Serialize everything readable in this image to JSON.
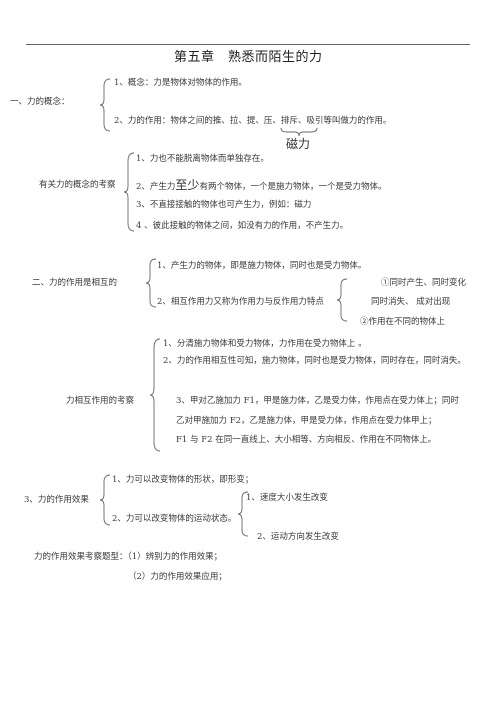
{
  "title": "第五章　熟悉而陌生的力",
  "s1": {
    "label": "一、力的概念：",
    "item1": "1、概念：力是物体对物体的作用。",
    "item2": "2、力的作用：物体之间的推、拉、提、压、排斥、吸引等叫做力的作用。",
    "under_label": "磁力"
  },
  "s2": {
    "label": "有关力的概念的考察",
    "item1": "1、力也不能脱离物体而单独存在。",
    "item2_pre": "2、产生力",
    "item2_big": "至少",
    "item2_post": "有两个物体，一个是施力物体，一个是受力物体。",
    "item3": "3、不直接接触的物体也可产生力，例如：磁力",
    "item4": "4 、彼此接触的物体之间，如没有力的作用，不产生力。"
  },
  "s3": {
    "label": "二、力的作用是相互的",
    "item1": "1、产生力的物体，即是施力物体，同时也是受力物体。",
    "item2": "2、相互作用力又称为作用力与反作用力特点",
    "sub1": "①同时产生、同时变化",
    "sub2": "同时消失、 成对出现",
    "sub3": "②作用在不同的物体上"
  },
  "s4": {
    "label": "力相互作用的考察",
    "item1": "1、分清施力物体和受力物体，力作用在受力物体上 。",
    "item2": "2、力的作用相互性可知，施力物体，同时也是受力物体，同时存在，同时消失。",
    "item3a": "3、甲对乙施加力 F1，甲是施力体，乙是受力体，作用点在受力体上；同时",
    "item3b": "乙对甲施加力 F2，乙是施力体，甲是受力体，作用点在受力体甲上；",
    "item3c": "F1 与 F2 在同一直线上、大小相等、方向相反、作用在不同物体上。"
  },
  "s5": {
    "label": "3、力的作用效果",
    "item1": "1、力可以改变物体的形状，即形变；",
    "item2": "2、力可以改变物体的运动状态。",
    "sub1": "1、速度大小发生改变",
    "sub2": "2、运动方向发生改变"
  },
  "footer": {
    "line1": "力的作用效果考察题型：（1）辨别力的作用效果；",
    "line2": "（2）力的作用效果应用；"
  }
}
